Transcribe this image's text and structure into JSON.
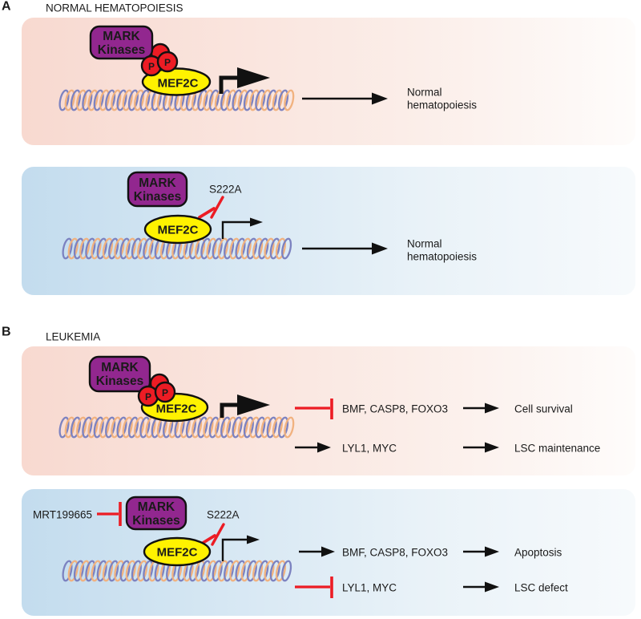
{
  "colors": {
    "red": "#EC1C24",
    "purple": "#92278F",
    "gold": "#FDB717",
    "yellow": "#FFF200",
    "dna_blue": "#7C82C0",
    "dna_orange": "#F1B27F",
    "pink_bg_left": "#F8D9D0",
    "pink_bg_right": "#FEFCFB",
    "blue_bg_left": "#C3DCEE",
    "blue_bg_right": "#F7FAFC",
    "text": "#1A1A1A"
  },
  "panel_a": {
    "label": "A",
    "title": "NORMAL HEMATOPOIESIS",
    "outcome_line1": "Normal",
    "outcome_line2": "hematopoiesis"
  },
  "panel_b": {
    "label": "B",
    "title": "LEUKEMIA",
    "genes_repressed": "BMF, CASP8, FOXO3",
    "genes_activated": "LYL1, MYC",
    "outcome_cell_survival": "Cell survival",
    "outcome_lsc_maintenance": "LSC maintenance",
    "outcome_apoptosis": "Apoptosis",
    "outcome_lsc_defect": "LSC defect"
  },
  "molecules": {
    "kinase_line1": "MARK",
    "kinase_line2": "Kinases",
    "tf": "MEF2C",
    "phospho": "P",
    "mutation": "S222A",
    "inhibitor": "MRT199665"
  }
}
